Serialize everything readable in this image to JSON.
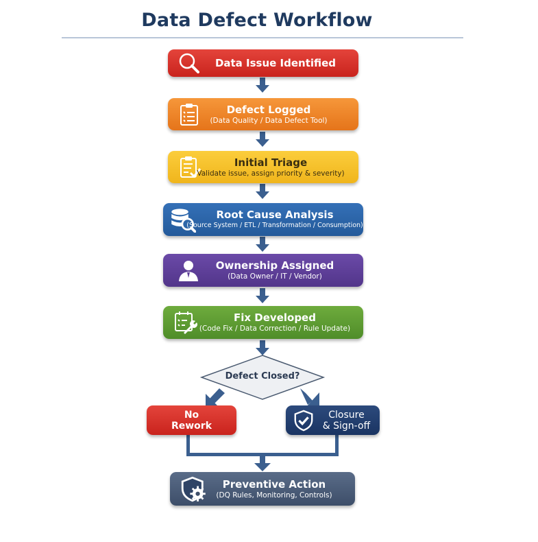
{
  "title": "Data Defect Workflow",
  "colors": {
    "title": "#1f3a5f",
    "connector": "#3b5f8f",
    "identified": "#d32f2a",
    "logged": "#ee8428",
    "triage": "#f5c12a",
    "root_cause": "#2d66a8",
    "ownership": "#5e3f99",
    "fix": "#5f9c33",
    "no_rework": "#d8302a",
    "closure": "#223f6f",
    "preventive": "#4b5d79"
  },
  "steps": [
    {
      "id": "identified",
      "title": "Data Issue Identified",
      "subtitle": "",
      "icon": "magnifier-icon"
    },
    {
      "id": "logged",
      "title": "Defect Logged",
      "subtitle": "(Data Quality / Data Defect Tool)",
      "icon": "clipboard-list-icon"
    },
    {
      "id": "triage",
      "title": "Initial Triage",
      "subtitle": "Validate issue, assign priority & severity)",
      "icon": "clipboard-check-icon"
    },
    {
      "id": "root_cause",
      "title": "Root Cause Analysis",
      "subtitle": "(Source System / ETL / Transformation / Consumption)",
      "icon": "database-search-icon"
    },
    {
      "id": "ownership",
      "title": "Ownership Assigned",
      "subtitle": "(Data Owner / IT / Vendor)",
      "icon": "user-icon"
    },
    {
      "id": "fix",
      "title": "Fix Developed",
      "subtitle": "(Code Fix / Data Correction / Rule Update)",
      "icon": "wrench-checklist-icon"
    }
  ],
  "decision": {
    "label": "Defect Closed?"
  },
  "branches": {
    "no": {
      "line1": "No",
      "line2": "Rework"
    },
    "yes": {
      "line1": "Closure",
      "line2": "& Sign-off",
      "icon": "shield-check-icon"
    }
  },
  "final": {
    "title": "Preventive Action",
    "subtitle": "(DQ Rules, Monitoring, Controls)",
    "icon": "shield-gear-icon"
  }
}
